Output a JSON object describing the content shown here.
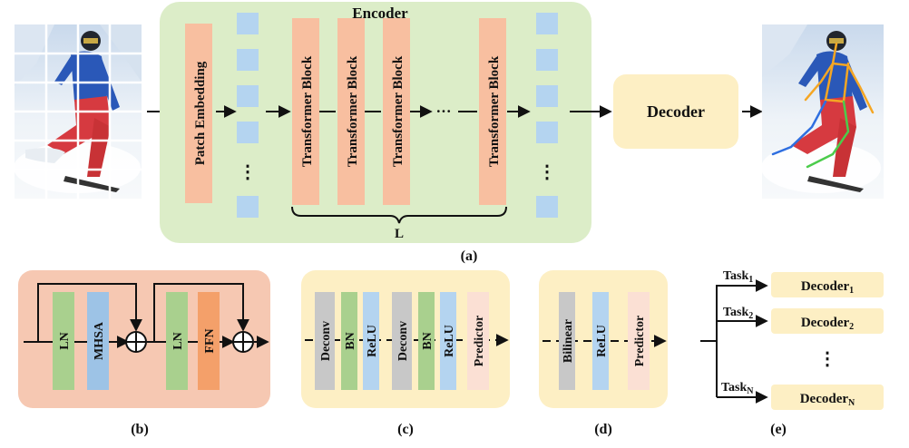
{
  "panel_a": {
    "encoder_title": "Encoder",
    "patch_embedding": "Patch Embedding",
    "transformer_block": "Transformer Block",
    "ellipsis": "···",
    "vertical_ellipsis": "⋮",
    "layers_label": "L",
    "decoder": "Decoder",
    "caption": "(a)"
  },
  "panel_b": {
    "ln": "LN",
    "mhsa": "MHSA",
    "ffn": "FFN",
    "caption": "(b)"
  },
  "panel_c": {
    "deconv": "Deconv",
    "bn": "BN",
    "relu": "ReLU",
    "predictor": "Predictor",
    "caption": "(c)"
  },
  "panel_d": {
    "bilinear": "Bilinear",
    "relu": "ReLU",
    "predictor": "Predictor",
    "caption": "(d)"
  },
  "panel_e": {
    "task1": "Task",
    "task1_sub": "1",
    "task2": "Task",
    "task2_sub": "2",
    "taskn": "Task",
    "taskn_sub": "N",
    "decoder": "Decoder",
    "decoder1_sub": "1",
    "decoder2_sub": "2",
    "decodern_sub": "N",
    "vertical_ellipsis": "⋮",
    "caption": "(e)"
  },
  "colors": {
    "encoder_bg": "#dcedc8",
    "patch_block": "#f8bfa0",
    "token": "#b4d4f0",
    "decoder_bg": "#fdefc4",
    "panel_b_bg": "#f6c8b2",
    "ln": "#a9d08e",
    "mhsa": "#9dc3e6",
    "ffn": "#f4a06a",
    "gray_block": "#c8c8c8",
    "predictor": "#fbe0d4",
    "panel_cd_bg": "#fdefc4"
  }
}
